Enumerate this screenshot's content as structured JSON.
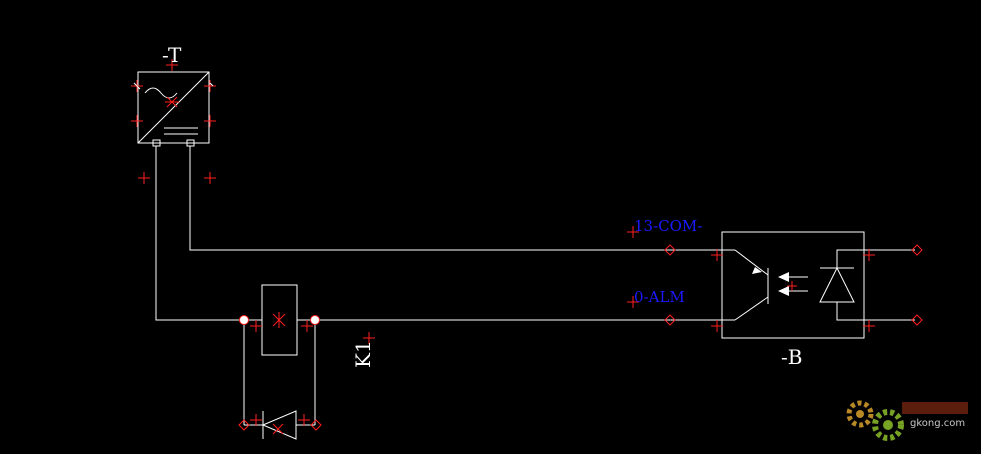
{
  "components": {
    "power_supply": {
      "ref": "-T"
    },
    "relay": {
      "ref": "K1"
    },
    "optocoupler": {
      "ref": "-B"
    }
  },
  "nets": {
    "com": "13-COM-",
    "alm": "0-ALM"
  },
  "colors": {
    "background": "#000000",
    "wire": "#ffffff",
    "connection_point": "#ff1e1e",
    "net_label": "#1a1aff"
  },
  "watermark": {
    "text": "gkong.com"
  }
}
